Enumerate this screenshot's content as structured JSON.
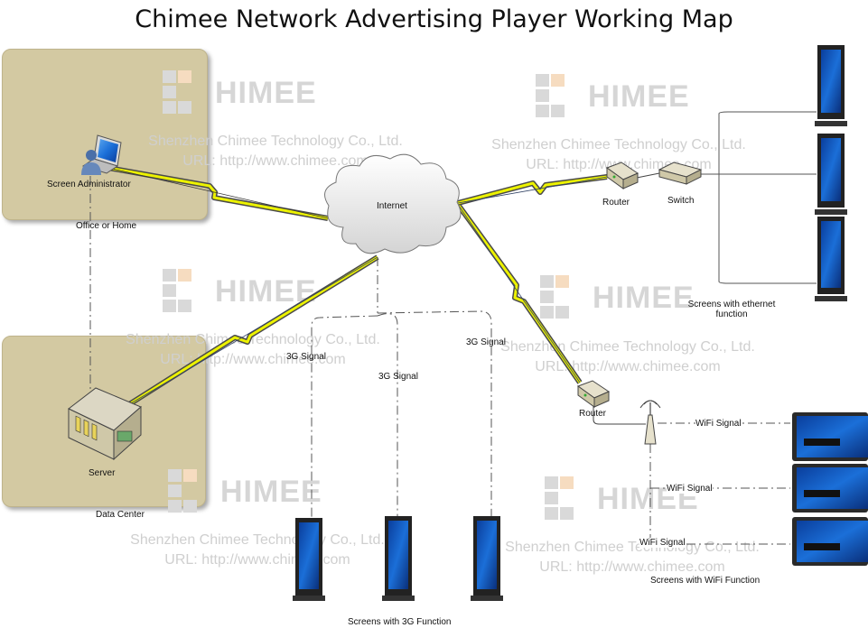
{
  "title": "Chimee Network Advertising Player Working Map",
  "zones": {
    "office": "Office or Home",
    "datacenter": "Data Center"
  },
  "nodes": {
    "admin": "Screen Administrator",
    "server": "Server",
    "internet": "Internet",
    "router_top": "Router",
    "switch": "Switch",
    "router_wifi": "Router"
  },
  "signals": {
    "g3_a": "3G Signal",
    "g3_b": "3G Signal",
    "g3_c": "3G Signal",
    "wifi_a": "WiFi Signal",
    "wifi_b": "WiFi Signal",
    "wifi_c": "WiFi Signal"
  },
  "groups": {
    "ethernet_line1": "Screens with ethernet",
    "ethernet_line2": "function",
    "g3": "Screens with 3G Function",
    "wifi": "Screens with WiFi Function"
  },
  "watermark": {
    "logo_word": "HIMEE",
    "company": "Shenzhen Chimee Technology Co., Ltd.",
    "url": "URL: http://www.chimee.com"
  },
  "colors": {
    "zone_fill": "#d3c9a2",
    "lightning": "#ecf200",
    "screen_blue": "#1b6fd8"
  }
}
